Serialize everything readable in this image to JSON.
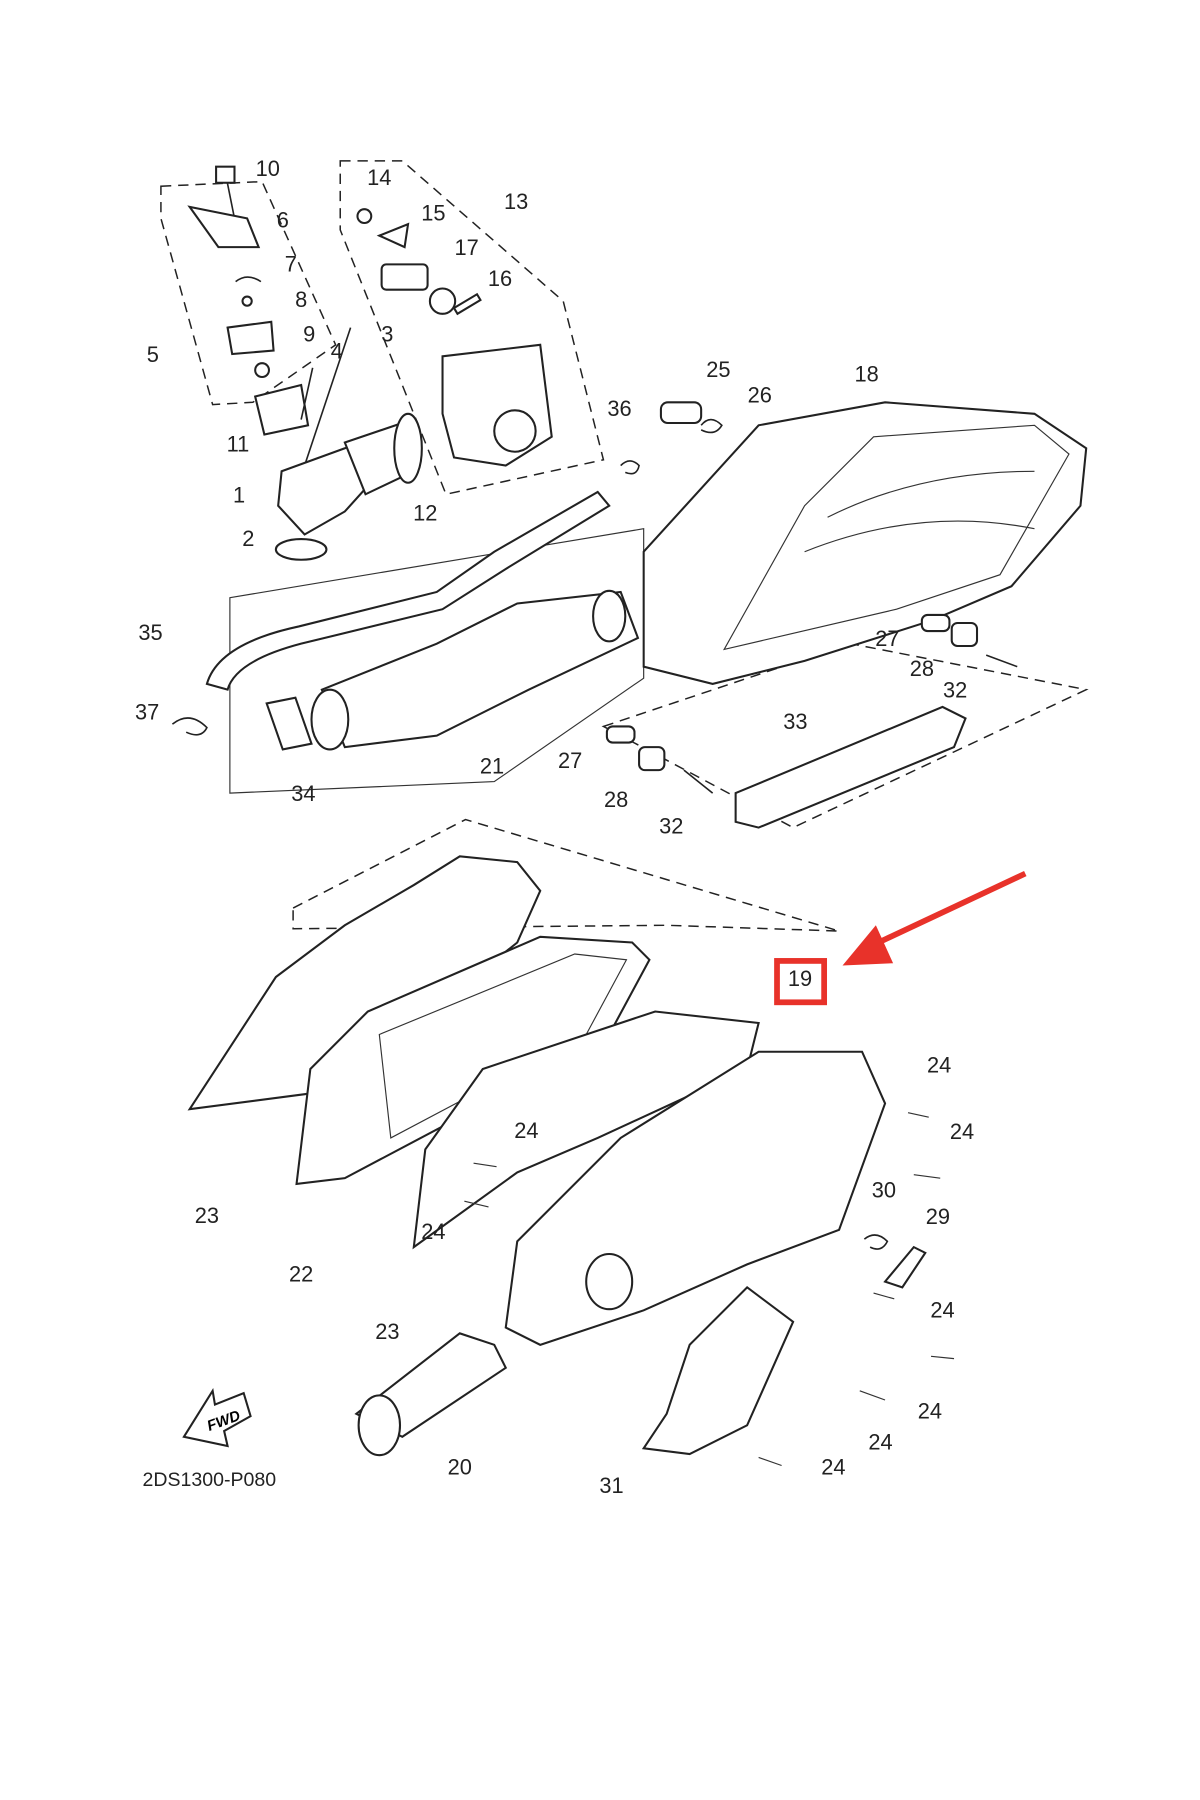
{
  "diagram": {
    "code": "2DS1300-P080",
    "fwd_label": "FWD",
    "highlight_color": "#e8322a",
    "highlighted_part": "19",
    "labels": [
      "10",
      "6",
      "7",
      "8",
      "9",
      "5",
      "4",
      "3",
      "11",
      "1",
      "2",
      "14",
      "15",
      "13",
      "17",
      "16",
      "12",
      "25",
      "26",
      "18",
      "36",
      "35",
      "37",
      "34",
      "21",
      "27",
      "28",
      "32",
      "27",
      "28",
      "32",
      "33",
      "19",
      "24",
      "24",
      "24",
      "24",
      "30",
      "29",
      "23",
      "22",
      "23",
      "24",
      "24",
      "24",
      "24",
      "20",
      "31"
    ]
  }
}
